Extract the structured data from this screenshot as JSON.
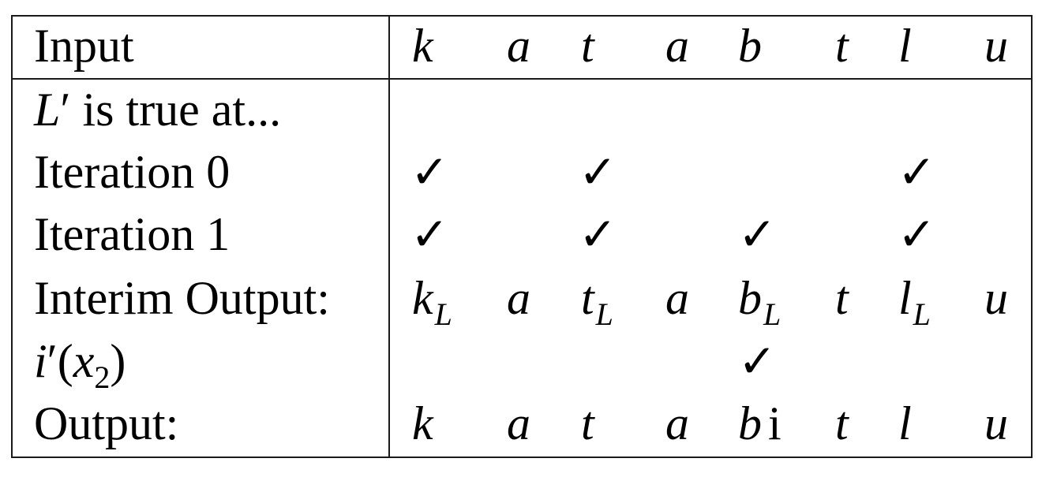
{
  "header": {
    "label": "Input",
    "letters": [
      "k",
      "a",
      "t",
      "a",
      "b",
      "t",
      "l",
      "u"
    ]
  },
  "rows": {
    "l_true": {
      "symbol": "L",
      "prime": "′",
      "text": " is true at..."
    },
    "iteration0": {
      "label": "Iteration 0",
      "check": "✓"
    },
    "iteration1": {
      "label": "Iteration 1",
      "check": "✓"
    },
    "interim": {
      "label": "Interim Output:",
      "letters": [
        "k",
        "a",
        "t",
        "a",
        "b",
        "t",
        "l",
        "u"
      ],
      "subscript": "L"
    },
    "iprime": {
      "symbol": "i",
      "prime": "′",
      "open": "(",
      "var": "x",
      "sub": "2",
      "close": ")",
      "check": "✓"
    },
    "output": {
      "label": "Output:",
      "letters": [
        "k",
        "a",
        "t",
        "a",
        "b",
        "t",
        "l",
        "u"
      ],
      "inserted": "i"
    }
  }
}
